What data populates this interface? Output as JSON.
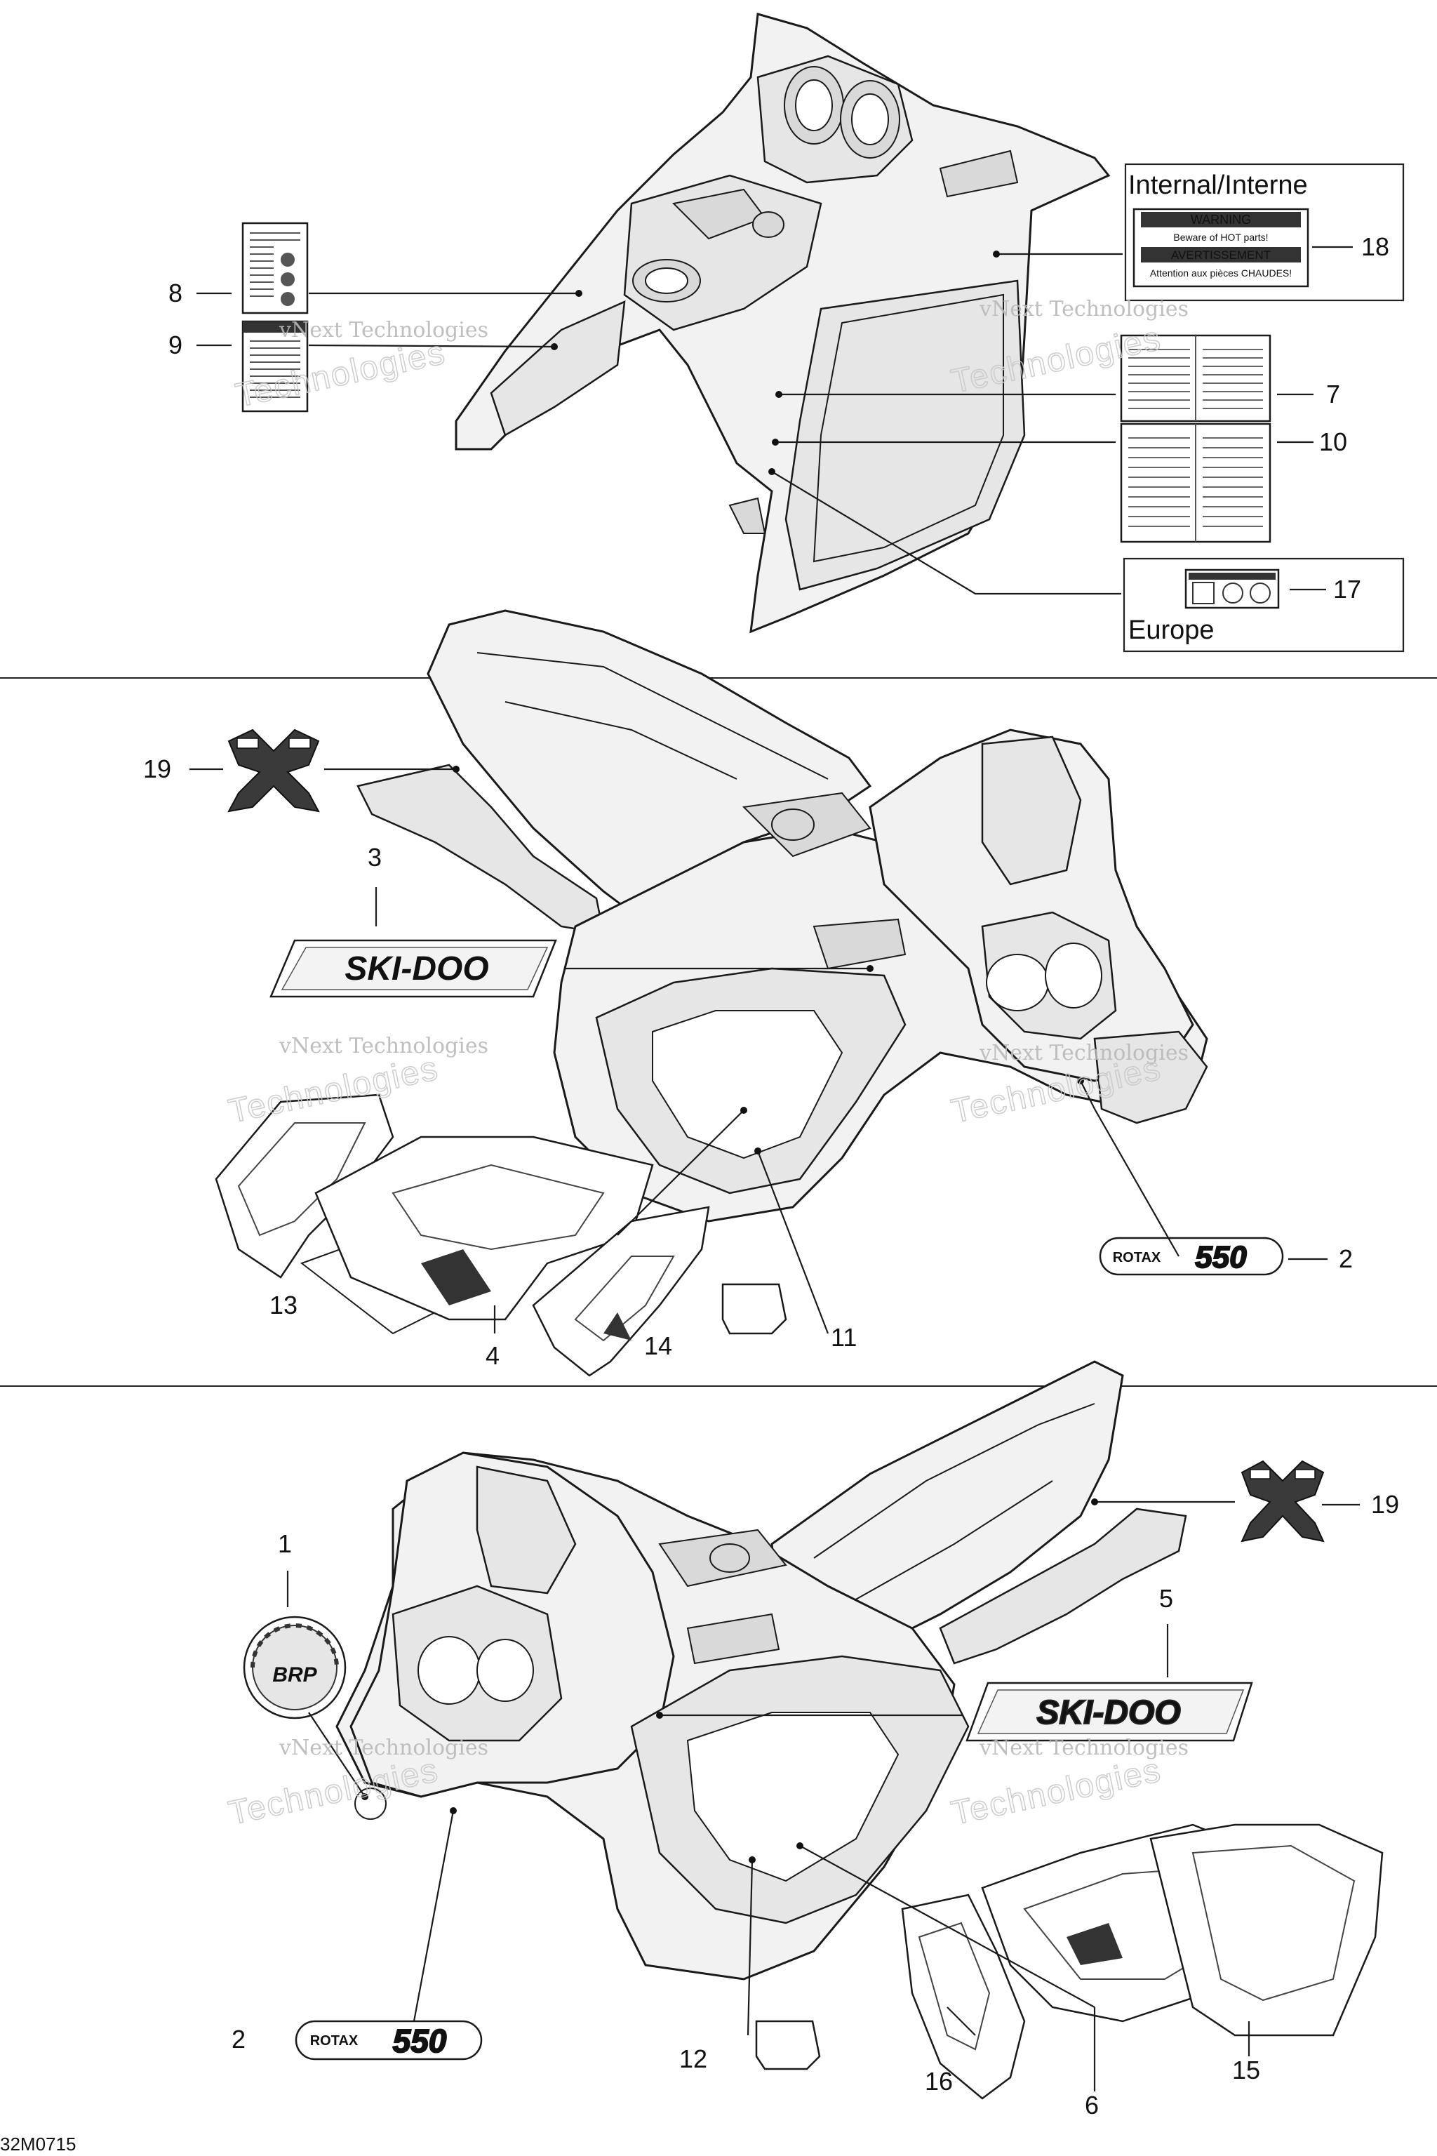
{
  "callouts": {
    "c1": "1",
    "c2a": "2",
    "c2b": "2",
    "c3": "3",
    "c4": "4",
    "c5": "5",
    "c6": "6",
    "c7": "7",
    "c8": "8",
    "c9": "9",
    "c10": "10",
    "c11": "11",
    "c12": "12",
    "c13": "13",
    "c14": "14",
    "c15": "15",
    "c16": "16",
    "c17": "17",
    "c18": "18",
    "c19a": "19",
    "c19b": "19"
  },
  "boxes": {
    "internal_title": "Internal/Interne",
    "europe_title": "Europe"
  },
  "warning_label": {
    "warning": "WARNING",
    "warning_text": "Beware of HOT parts!",
    "avertissement": "AVERTISSEMENT",
    "avertissement_text": "Attention aux pièces CHAUDES!"
  },
  "decals": {
    "rotax_word": "ROTAX",
    "rotax_number": "550",
    "brand_word": "SKI-DOO",
    "brp_badge": "BRP"
  },
  "watermark": {
    "line1": "vNext Technologies",
    "line2": "vNext",
    "line3": "Technologies"
  },
  "figure_code": "32M0715"
}
